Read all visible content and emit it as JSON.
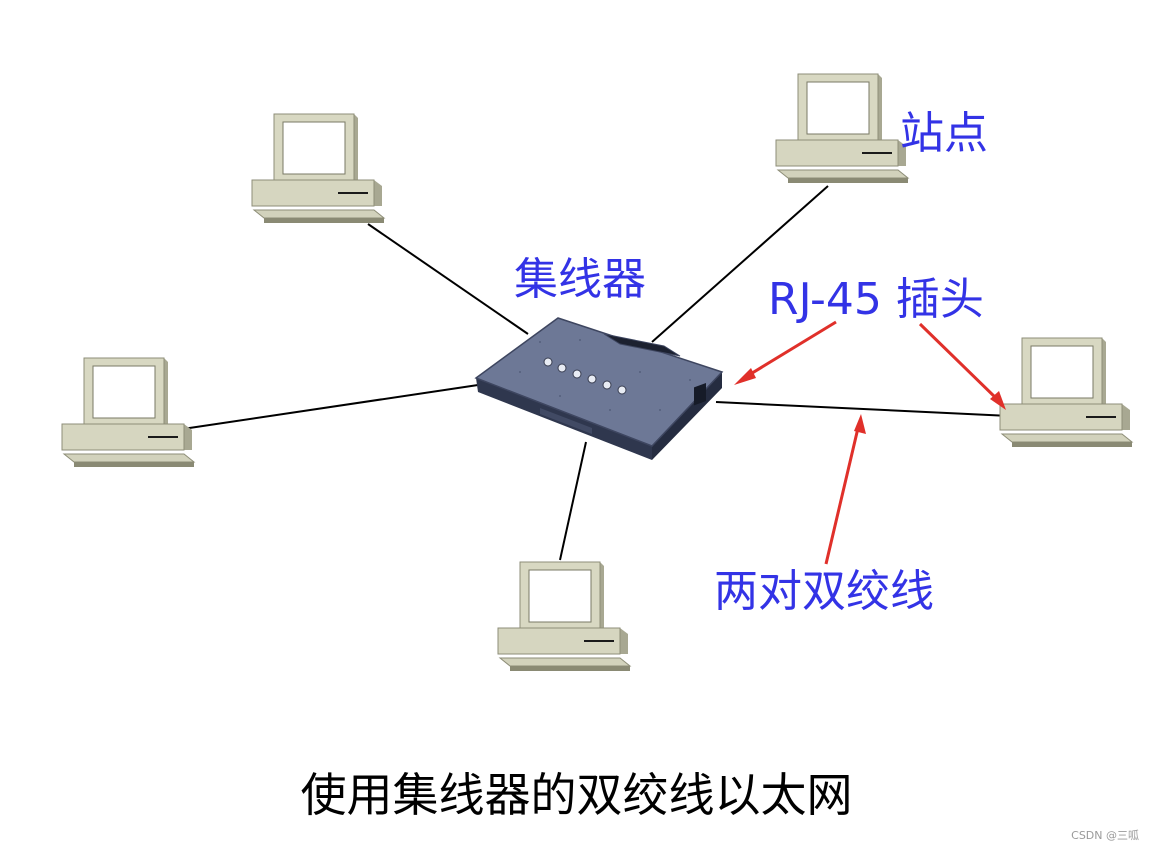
{
  "labels": {
    "station": "站点",
    "hub": "集线器",
    "rj45": "RJ-45 插头",
    "twisted_pair": "两对双绞线"
  },
  "caption": "使用集线器的双绞线以太网",
  "watermark": "CSDN @三呱",
  "colors": {
    "label": "#3333e6",
    "arrow": "#e0302a",
    "cable": "#000000",
    "computer_body": "#d6d6c0",
    "hub_body": "#6d7896"
  }
}
